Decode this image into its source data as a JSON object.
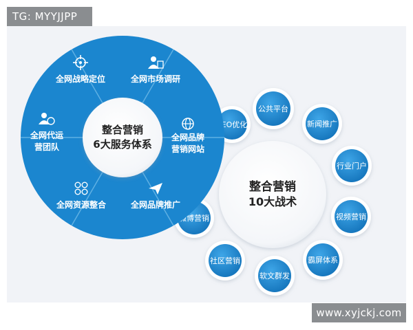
{
  "watermarks": {
    "top_left": "TG: MYYJJPP",
    "bottom_right": "www.xyjckj.com"
  },
  "wheel": {
    "center_line1": "整合营销",
    "center_line2": "6大服务体系",
    "colors": {
      "primary": "#1b86cf",
      "divider": "#5fb0e3",
      "center": "#ffffff",
      "center_text": "#222222"
    },
    "segments": [
      {
        "icon": "crosshair-icon",
        "line1": "全网战略定位",
        "line2": ""
      },
      {
        "icon": "user-doc-icon",
        "line1": "全网市场调研",
        "line2": ""
      },
      {
        "icon": "globe-icon",
        "line1": "全网品牌",
        "line2": "营销网站"
      },
      {
        "icon": "paper-plane-icon",
        "line1": "全网品牌推广",
        "line2": ""
      },
      {
        "icon": "grid-circles-icon",
        "line1": "全网资源整合",
        "line2": ""
      },
      {
        "icon": "users-chart-icon",
        "line1": "全网代运",
        "line2": "营团队"
      }
    ]
  },
  "ring": {
    "center_line1": "整合营销",
    "center_line2": "10大战术",
    "colors": {
      "bubble": "#1a84cd",
      "bubble_text": "#ffffff",
      "center_text": "#222222"
    },
    "bubbles": [
      {
        "label": "公共平台"
      },
      {
        "label": "新闻推广"
      },
      {
        "label": "行业门户"
      },
      {
        "label": "视频营销"
      },
      {
        "label": "霸屏体系"
      },
      {
        "label": "软文群发"
      },
      {
        "label": "社区营销"
      },
      {
        "label": "微博营销"
      },
      {
        "label": "SEO优化"
      }
    ]
  }
}
